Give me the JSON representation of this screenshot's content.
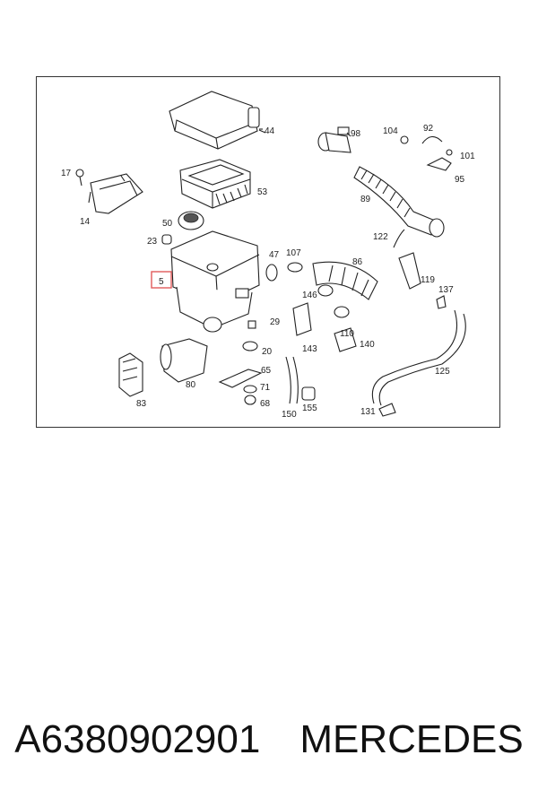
{
  "diagram": {
    "callouts": [
      {
        "key": "p44",
        "label": "44"
      },
      {
        "key": "p98",
        "label": "98"
      },
      {
        "key": "p104",
        "label": "104"
      },
      {
        "key": "p92",
        "label": "92"
      },
      {
        "key": "p101",
        "label": "101"
      },
      {
        "key": "p95",
        "label": "95"
      },
      {
        "key": "p17",
        "label": "17"
      },
      {
        "key": "p14",
        "label": "14"
      },
      {
        "key": "p53",
        "label": "53"
      },
      {
        "key": "p89",
        "label": "89"
      },
      {
        "key": "p50",
        "label": "50"
      },
      {
        "key": "p23",
        "label": "23"
      },
      {
        "key": "p122",
        "label": "122"
      },
      {
        "key": "p47",
        "label": "47"
      },
      {
        "key": "p107",
        "label": "107"
      },
      {
        "key": "p86",
        "label": "86"
      },
      {
        "key": "p119",
        "label": "119"
      },
      {
        "key": "p5",
        "label": "5"
      },
      {
        "key": "p137",
        "label": "137"
      },
      {
        "key": "p146",
        "label": "146"
      },
      {
        "key": "p29",
        "label": "29"
      },
      {
        "key": "p110",
        "label": "110"
      },
      {
        "key": "p143",
        "label": "143"
      },
      {
        "key": "p20",
        "label": "20"
      },
      {
        "key": "p140",
        "label": "140"
      },
      {
        "key": "p65",
        "label": "65"
      },
      {
        "key": "p125",
        "label": "125"
      },
      {
        "key": "p80",
        "label": "80"
      },
      {
        "key": "p71",
        "label": "71"
      },
      {
        "key": "p83",
        "label": "83"
      },
      {
        "key": "p68",
        "label": "68"
      },
      {
        "key": "p155",
        "label": "155"
      },
      {
        "key": "p150",
        "label": "150"
      },
      {
        "key": "p131",
        "label": "131"
      }
    ],
    "highlight_color": "#e05a5a"
  },
  "footer": {
    "part_number": "A6380902901",
    "brand": "MERCEDES"
  }
}
